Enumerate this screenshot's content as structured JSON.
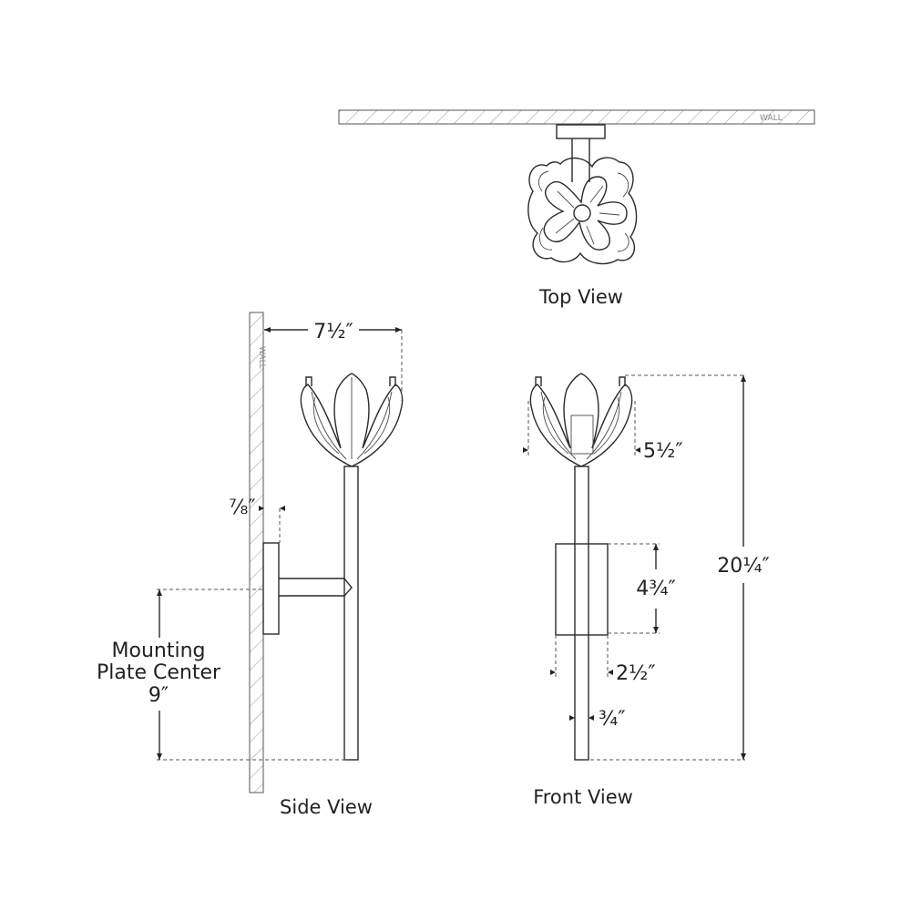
{
  "views": {
    "top": "Top View",
    "side": "Side View",
    "front": "Front View"
  },
  "wall_label": "WALL",
  "dimensions": {
    "extension": "7½″",
    "backplate_depth": "⅞″",
    "shade_width": "5½″",
    "overall_height": "20¼″",
    "backplate_height": "4¾″",
    "backplate_width": "2½″",
    "stem_width": "¾″"
  },
  "mounting": {
    "line1": "Mounting",
    "line2": "Plate Center",
    "value": "9″"
  }
}
